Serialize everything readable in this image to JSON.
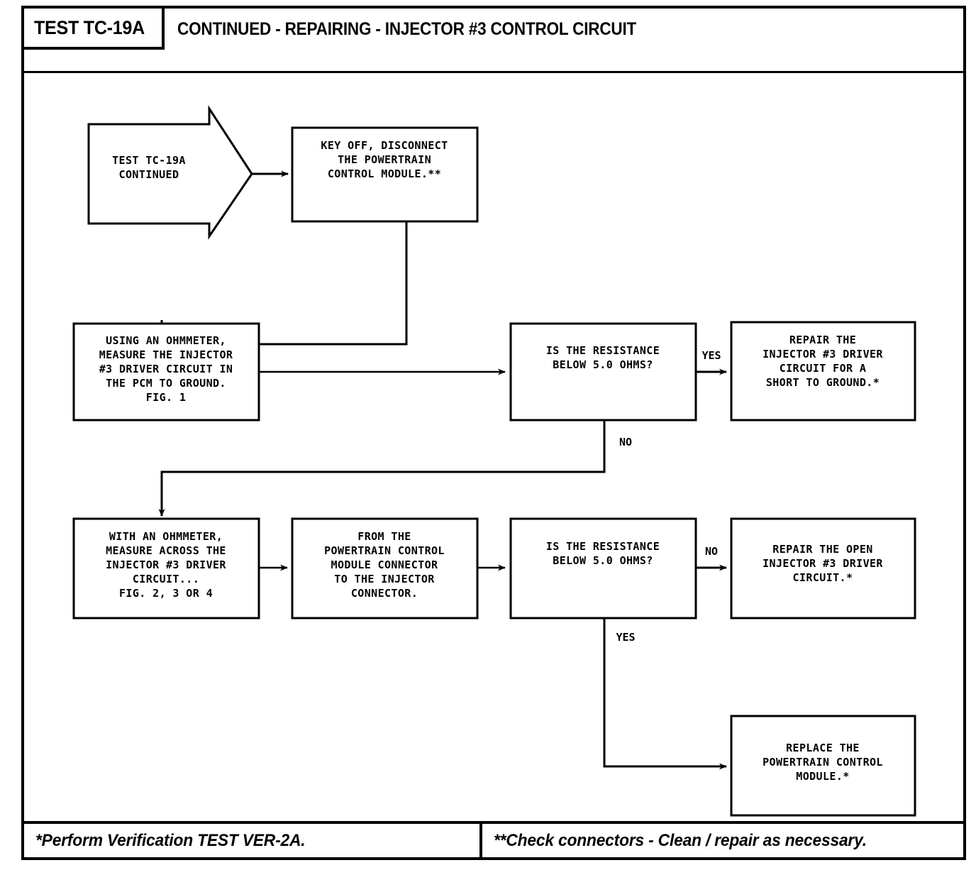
{
  "header": {
    "tag": "TEST TC-19A",
    "title": "CONTINUED - REPAIRING - INJECTOR #3 CONTROL CIRCUIT"
  },
  "nodes": {
    "start": {
      "shape": "pentagon-arrow",
      "lines": [
        "TEST TC-19A",
        "CONTINUED"
      ]
    },
    "key_off": {
      "shape": "rect",
      "lines": [
        "KEY OFF, DISCONNECT",
        "THE POWERTRAIN",
        "CONTROL MODULE.**"
      ]
    },
    "measure_ground": {
      "shape": "rect",
      "lines": [
        "USING AN OHMMETER,",
        "MEASURE THE INJECTOR",
        "#3 DRIVER CIRCUIT IN",
        "THE PCM TO GROUND.",
        "FIG. 1"
      ]
    },
    "decision_1": {
      "shape": "rect",
      "lines": [
        "IS THE RESISTANCE",
        "BELOW 5.0 OHMS?"
      ]
    },
    "repair_short": {
      "shape": "rect",
      "lines": [
        "REPAIR THE",
        "INJECTOR #3 DRIVER",
        "CIRCUIT FOR A",
        "SHORT TO GROUND.*"
      ]
    },
    "measure_across": {
      "shape": "rect",
      "lines": [
        "WITH AN OHMMETER,",
        "MEASURE ACROSS THE",
        "INJECTOR #3 DRIVER",
        "CIRCUIT...",
        "FIG. 2, 3 OR 4"
      ]
    },
    "from_pcm": {
      "shape": "rect",
      "lines": [
        "FROM THE",
        "POWERTRAIN CONTROL",
        "MODULE CONNECTOR",
        "TO THE INJECTOR",
        "CONNECTOR."
      ]
    },
    "decision_2": {
      "shape": "rect",
      "lines": [
        "IS THE RESISTANCE",
        "BELOW 5.0 OHMS?"
      ]
    },
    "repair_open": {
      "shape": "rect",
      "lines": [
        "REPAIR THE OPEN",
        "INJECTOR #3 DRIVER",
        "CIRCUIT.*"
      ]
    },
    "replace_pcm": {
      "shape": "rect",
      "lines": [
        "REPLACE THE",
        "POWERTRAIN CONTROL",
        "MODULE.*"
      ]
    }
  },
  "edge_labels": {
    "yes_1": "YES",
    "no_1": "NO",
    "no_2": "NO",
    "yes_2": "YES"
  },
  "footer": {
    "left": "*Perform Verification TEST VER-2A.",
    "right": "**Check connectors - Clean / repair as necessary."
  }
}
